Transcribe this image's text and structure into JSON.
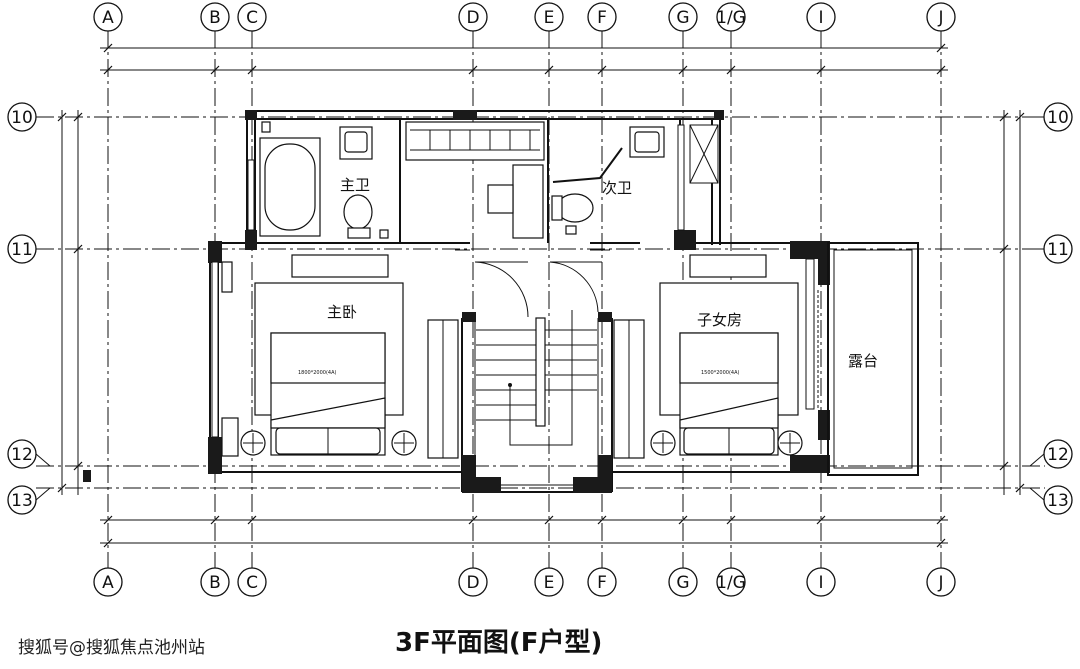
{
  "title": "3F平面图(F户型)",
  "watermark": "搜狐号@搜狐焦点池州站",
  "axes": {
    "top": [
      "A",
      "B",
      "C",
      "D",
      "E",
      "F",
      "G",
      "1/G",
      "I",
      "J"
    ],
    "bottom": [
      "A",
      "B",
      "C",
      "D",
      "E",
      "F",
      "G",
      "1/G",
      "I",
      "J"
    ],
    "left": [
      "10",
      "11",
      "12",
      "13"
    ],
    "right": [
      "10",
      "11",
      "12",
      "13"
    ]
  },
  "rooms": {
    "master_bath": "主卫",
    "second_bath": "次卫",
    "master_bedroom": "主卧",
    "kids_room": "子女房",
    "terrace": "露台"
  },
  "bed_labels": {
    "master": "1800*2000(4A)",
    "kids": "1500*2000(4A)"
  },
  "colors": {
    "line": "#111111",
    "background": "#ffffff"
  }
}
